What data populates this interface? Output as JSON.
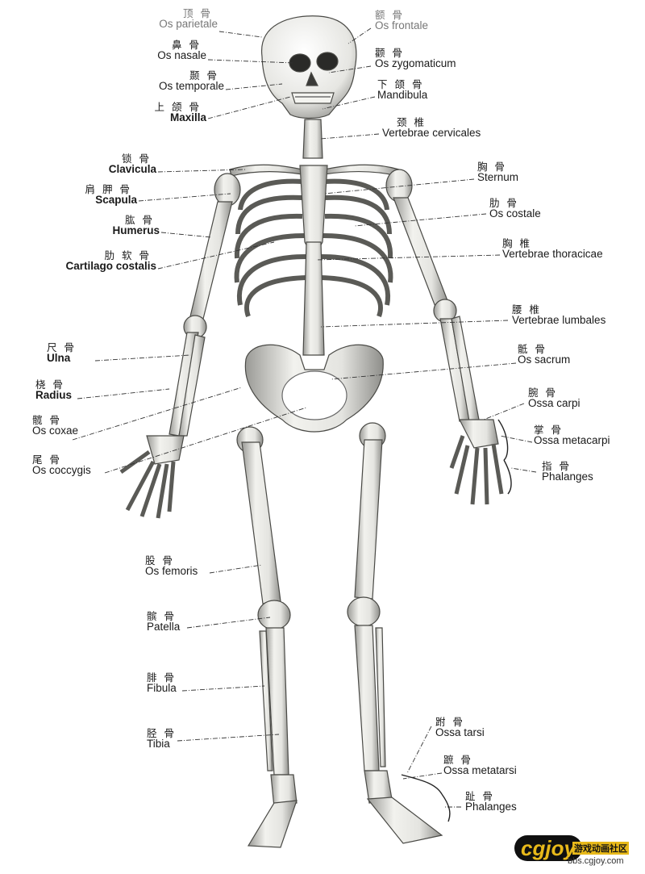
{
  "colors": {
    "bone": "#eeeeea",
    "bone_shade": "#8a8a86",
    "line": "#333333"
  },
  "labels_left": [
    {
      "id": "parietal",
      "zh": "顶骨",
      "la": "Os parietale"
    },
    {
      "id": "nasal",
      "zh": "鼻骨",
      "la": "Os nasale"
    },
    {
      "id": "temporal",
      "zh": "颞骨",
      "la": "Os temporale"
    },
    {
      "id": "maxilla",
      "zh": "上颌骨",
      "la": "Maxilla"
    },
    {
      "id": "clavicle",
      "zh": "锁骨",
      "la": "Clavicula"
    },
    {
      "id": "scapula",
      "zh": "肩胛骨",
      "la": "Scapula"
    },
    {
      "id": "humerus",
      "zh": "肱骨",
      "la": "Humerus"
    },
    {
      "id": "costal-cartilage",
      "zh": "肋软骨",
      "la": "Cartilago costalis"
    },
    {
      "id": "ulna",
      "zh": "尺骨",
      "la": "Ulna"
    },
    {
      "id": "radius",
      "zh": "桡骨",
      "la": "Radius"
    },
    {
      "id": "hip",
      "zh": "髋骨",
      "la": "Os coxae"
    },
    {
      "id": "coccyx",
      "zh": "尾骨",
      "la": "Os coccygis"
    },
    {
      "id": "femur",
      "zh": "股骨",
      "la": "Os femoris"
    },
    {
      "id": "patella",
      "zh": "髌骨",
      "la": "Patella"
    },
    {
      "id": "fibula",
      "zh": "腓骨",
      "la": "Fibula"
    },
    {
      "id": "tibia",
      "zh": "胫骨",
      "la": "Tibia"
    }
  ],
  "labels_right": [
    {
      "id": "frontal",
      "zh": "额骨",
      "la": "Os frontale"
    },
    {
      "id": "zygomatic",
      "zh": "颧骨",
      "la": "Os zygomaticum"
    },
    {
      "id": "mandible",
      "zh": "下颌骨",
      "la": "Mandibula"
    },
    {
      "id": "cervical",
      "zh": "颈椎",
      "la": "Vertebrae cervicales"
    },
    {
      "id": "sternum",
      "zh": "胸骨",
      "la": "Sternum"
    },
    {
      "id": "rib",
      "zh": "肋骨",
      "la": "Os costale"
    },
    {
      "id": "thoracic",
      "zh": "胸椎",
      "la": "Vertebrae thoracicae"
    },
    {
      "id": "lumbar",
      "zh": "腰椎",
      "la": "Vertebrae lumbales"
    },
    {
      "id": "sacrum",
      "zh": "骶骨",
      "la": "Os sacrum"
    },
    {
      "id": "carpal",
      "zh": "腕骨",
      "la": "Ossa carpi"
    },
    {
      "id": "metacarpal",
      "zh": "掌骨",
      "la": "Ossa metacarpi"
    },
    {
      "id": "phalanges-hand",
      "zh": "指骨",
      "la": "Phalanges"
    },
    {
      "id": "tarsal",
      "zh": "跗骨",
      "la": "Ossa tarsi"
    },
    {
      "id": "metatarsal",
      "zh": "蹠骨",
      "la": "Ossa metatarsi"
    },
    {
      "id": "phalanges-foot",
      "zh": "趾骨",
      "la": "Phalanges"
    }
  ],
  "watermark": {
    "logo": "cgjoy",
    "site": "游戏动画社区",
    "url": "bbs.cgjoy.com"
  }
}
